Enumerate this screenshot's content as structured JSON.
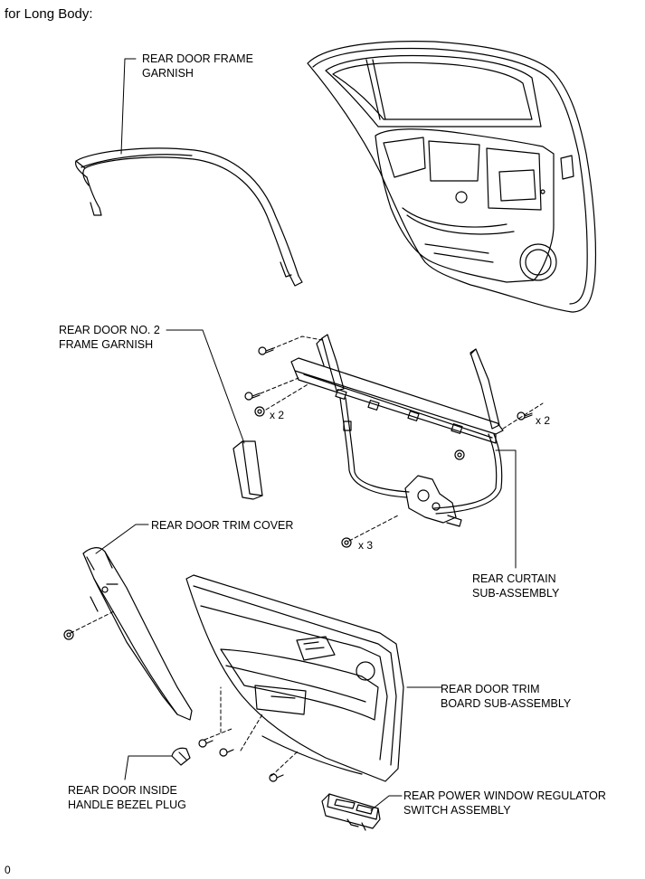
{
  "heading": "for Long Body:",
  "figure_id": "0",
  "labels": {
    "frame_garnish": "REAR DOOR FRAME\nGARNISH",
    "no2_garnish": "REAR DOOR NO. 2\nFRAME GARNISH",
    "trim_cover": "REAR DOOR TRIM COVER",
    "curtain": "REAR CURTAIN\nSUB-ASSEMBLY",
    "trim_board": "REAR DOOR TRIM\nBOARD SUB-ASSEMBLY",
    "bezel_plug": "REAR DOOR INSIDE\nHANDLE BEZEL PLUG",
    "window_switch": "REAR POWER WINDOW REGULATOR\nSWITCH ASSEMBLY"
  },
  "quantities": {
    "bolt_left": "x 2",
    "bolt_right": "x 2",
    "bolt_bottom": "x 3"
  }
}
